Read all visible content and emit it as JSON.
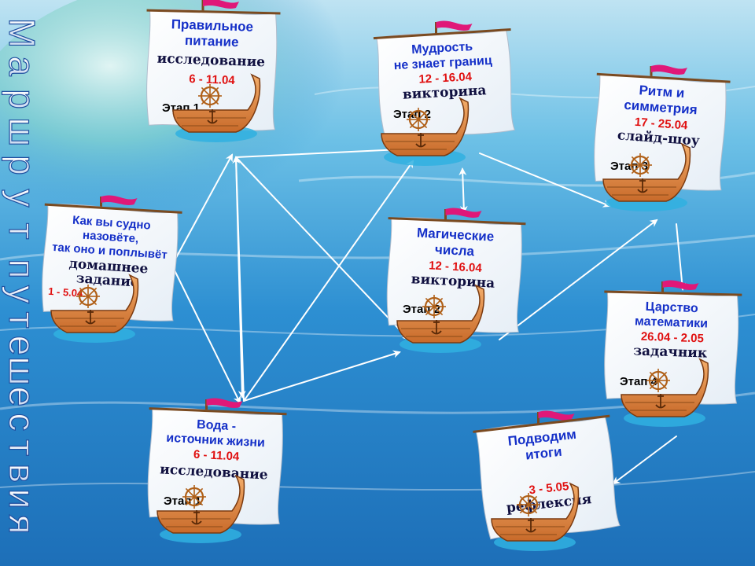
{
  "title_vertical": "Маршрут путешествия",
  "ships": [
    {
      "id": "pravilnoe",
      "lines": [
        "Правильное",
        "питание"
      ],
      "activity": "исследование",
      "dates": "6 - 11.04",
      "stage": "Этап 1"
    },
    {
      "id": "mudrost",
      "lines": [
        "Мудрость",
        "не знает границ"
      ],
      "activity": "викторина",
      "dates": "12 - 16.04",
      "stage": "Этап 2"
    },
    {
      "id": "ritm",
      "lines": [
        "Ритм и",
        "симметрия"
      ],
      "activity": "слайд-шоу",
      "dates": "17 - 25.04",
      "stage": "Этап 3"
    },
    {
      "id": "sudno",
      "lines": [
        "Как вы судно",
        "назовёте,",
        "так оно и поплывёт"
      ],
      "activity_lines": [
        "домашнее",
        "задание"
      ],
      "dates": "1 - 5.04."
    },
    {
      "id": "magicheskie",
      "lines": [
        "Магические",
        "числа"
      ],
      "activity": "викторина",
      "dates": "12 - 16.04",
      "stage": "Этап 2"
    },
    {
      "id": "tsarstvo",
      "lines": [
        "Царство",
        "математики"
      ],
      "activity": "задачник",
      "dates": "26.04 - 2.05",
      "stage": "Этап 4"
    },
    {
      "id": "voda",
      "lines": [
        "Вода -",
        "источник жизни"
      ],
      "activity": "исследование",
      "dates": "6 - 11.04",
      "stage": "Этап 1"
    },
    {
      "id": "itogi",
      "lines": [
        "Подводим",
        "итоги"
      ],
      "activity": "рефлексия",
      "dates": "3 - 5.05"
    }
  ],
  "colors": {
    "title_blue": "#1530c8",
    "date_red": "#e01010",
    "arrow": "#ffffff",
    "hull": "#e8904a",
    "flag": "#e01878"
  }
}
